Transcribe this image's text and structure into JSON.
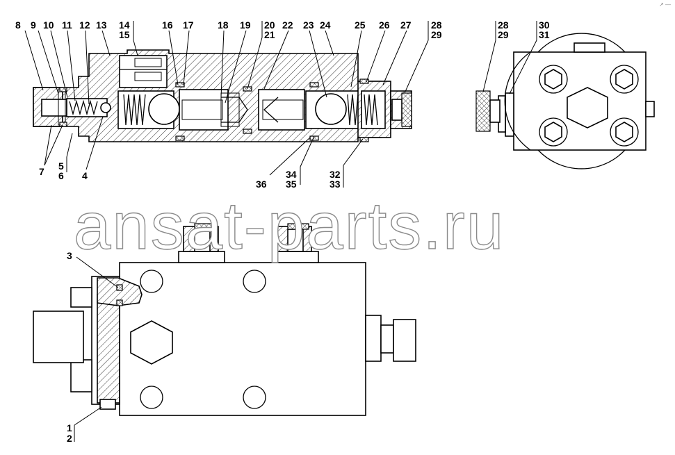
{
  "watermark": "ansat-parts.ru",
  "corner_mark": "↗ —",
  "section_view": {
    "callouts_top": [
      "8",
      "9",
      "10",
      "11",
      "12",
      "13",
      "14",
      "15",
      "16",
      "17",
      "18",
      "19",
      "20",
      "21",
      "22",
      "23",
      "24",
      "25",
      "26",
      "27",
      "28",
      "29"
    ],
    "callouts_bottom": [
      "7",
      "5",
      "6",
      "4",
      "36",
      "34",
      "35",
      "32",
      "33"
    ]
  },
  "end_view": {
    "callouts": [
      "28",
      "29",
      "30",
      "31"
    ]
  },
  "plan_view": {
    "callouts": [
      "3",
      "1",
      "2"
    ]
  }
}
